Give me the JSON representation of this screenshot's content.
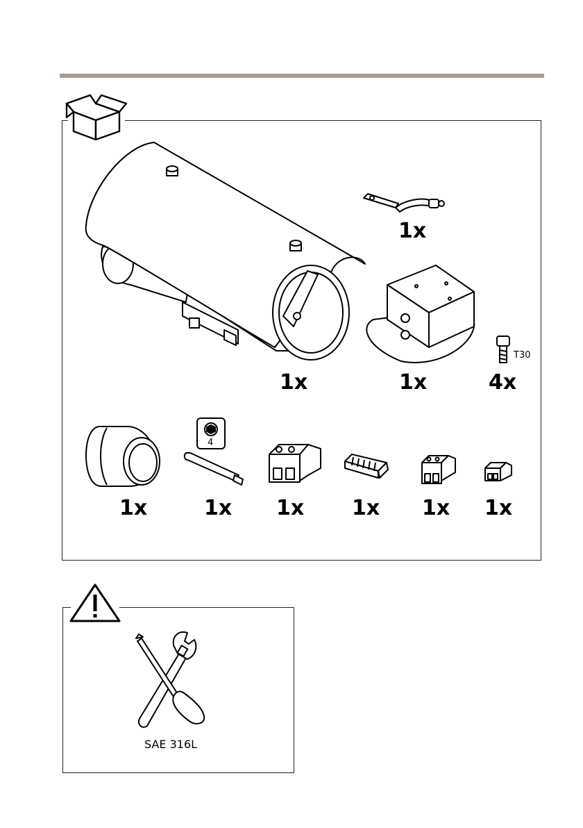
{
  "package_contents": {
    "quantities": {
      "bracket_lever": "1x",
      "camera_housing": "1x",
      "mount_bracket": "1x",
      "screws": "4x",
      "cable_gland": "1x",
      "hex_bit": "1x",
      "connector_2pin_large": "1x",
      "connector_6pin": "1x",
      "connector_2pin_small": "1x",
      "connector_mini": "1x"
    },
    "screw_label": "T30",
    "bit_label": "4"
  },
  "tools": {
    "material_label": "SAE 316L"
  },
  "colors": {
    "rule": "#ab9a8f",
    "line": "#000000"
  }
}
